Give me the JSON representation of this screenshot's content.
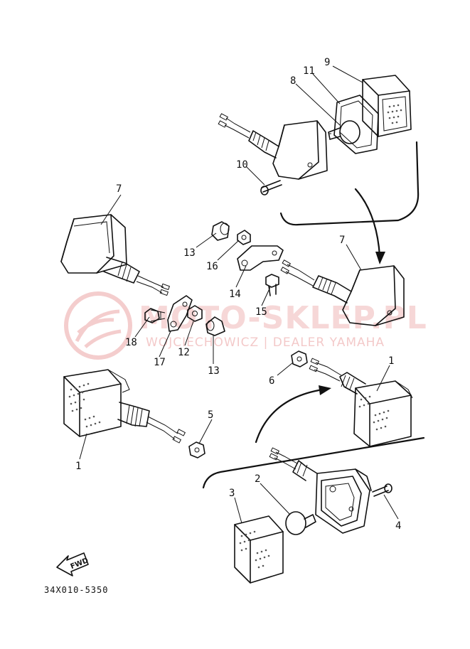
{
  "diagram": {
    "part_code": "34X010-5350",
    "fwd_label": "FWD",
    "watermark": {
      "title": "MOTO-SKLEP.PL",
      "subtitle": "WOJCIECHOWICZ | DEALER YAMAHA",
      "color": "#e88a8a"
    },
    "callouts": {
      "c1a": "1",
      "c1b": "1",
      "c2": "2",
      "c3": "3",
      "c4": "4",
      "c5": "5",
      "c6": "6",
      "c7a": "7",
      "c7b": "7",
      "c8": "8",
      "c9": "9",
      "c10": "10",
      "c11": "11",
      "c12": "12",
      "c13a": "13",
      "c13b": "13",
      "c14": "14",
      "c15": "15",
      "c16": "16",
      "c17": "17",
      "c18": "18"
    }
  }
}
